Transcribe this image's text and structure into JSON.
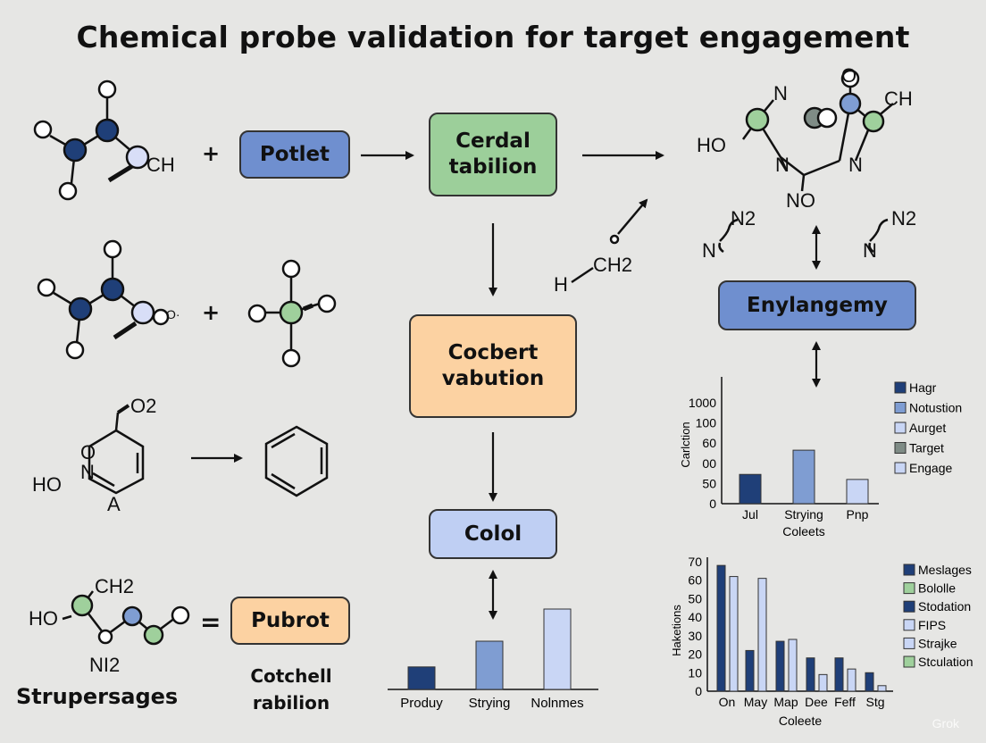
{
  "title": "Chemical probe validation for target engagement",
  "boxes": {
    "potlet": "Potlet",
    "cerdal": "Cerdal tabilion",
    "cocbert": "Cocbert vabution",
    "colol": "Colol",
    "enylangemy": "Enylangemy",
    "pubrot": "Pubrot"
  },
  "operators": {
    "plus1": "+",
    "plus2": "+",
    "equals": "="
  },
  "labels": {
    "strupersages": "Strupersages",
    "cotchell": "Cotchell rabilion"
  },
  "chem_labels": {
    "m1_ch": "CH",
    "m2_o": "O·",
    "m3_o2": "O2",
    "m3_o": "O",
    "m3_n": "N",
    "m3_ho": "HO",
    "m3_a": "A",
    "m4_ch2": "CH2",
    "m4_ho": "HO",
    "m4_ni2": "NI2",
    "mid_h": "H",
    "mid_ch2": "CH2",
    "tr_n_top": "N",
    "tr_o_top": "O",
    "tr_ch": "CH",
    "tr_ho": "HO",
    "tr_n1": "N",
    "tr_n2": "N",
    "tr_no": "NO",
    "n2_left": "N2",
    "n_left": "N",
    "n2_right": "N2",
    "n_right": "N"
  },
  "colors": {
    "dark_blue": "#1f3f78",
    "mid_blue": "#7f9dd2",
    "light_blue": "#c9d6f5",
    "gray": "#7f8c86",
    "green": "#9fd09c"
  },
  "chart_data": [
    {
      "type": "bar",
      "categories": [
        "Produy",
        "Strying",
        "Nolnmes"
      ],
      "values": [
        28,
        60,
        100
      ],
      "colors": [
        "#1f3f78",
        "#7f9dd2",
        "#c9d6f5"
      ]
    },
    {
      "type": "bar",
      "ylabel": "Carlction",
      "xlabel": "Coleets",
      "categories": [
        "Jul",
        "Strying",
        "Pnp"
      ],
      "yticks": [
        "0",
        "50",
        "00",
        "60",
        "100",
        "1000"
      ],
      "values": [
        1.45,
        2.65,
        1.2
      ],
      "colors": [
        "#1f3f78",
        "#7f9dd2",
        "#c9d6f5"
      ],
      "legend": [
        {
          "name": "Hagr",
          "color": "#1f3f78"
        },
        {
          "name": "Notustion",
          "color": "#7f9dd2"
        },
        {
          "name": "Aurget",
          "color": "#c9d6f5"
        },
        {
          "name": "Target",
          "color": "#7f8c86"
        },
        {
          "name": "Engage",
          "color": "#c9d6f5"
        }
      ]
    },
    {
      "type": "bar",
      "ylabel": "Haketions",
      "xlabel": "Coleete",
      "ylim": [
        0,
        70
      ],
      "yticks": [
        0,
        10,
        20,
        30,
        40,
        50,
        60,
        70
      ],
      "categories": [
        "On",
        "May",
        "Map",
        "Dee",
        "Feff",
        "Stg"
      ],
      "series": [
        {
          "values": [
            68,
            22,
            27,
            18,
            18,
            10
          ],
          "color": "#1f3f78"
        },
        {
          "values": [
            62,
            61,
            28,
            9,
            12,
            3
          ],
          "color": "#c9d6f5"
        }
      ],
      "legend": [
        {
          "name": "Meslages",
          "color": "#1f3f78"
        },
        {
          "name": "Bololle",
          "color": "#9fd09c"
        },
        {
          "name": "Stodation",
          "color": "#1f3f78"
        },
        {
          "name": "FIPS",
          "color": "#c9d6f5"
        },
        {
          "name": "Strajke",
          "color": "#c9d6f5"
        },
        {
          "name": "Stculation",
          "color": "#9fd09c"
        }
      ]
    }
  ],
  "watermark": "Grok"
}
